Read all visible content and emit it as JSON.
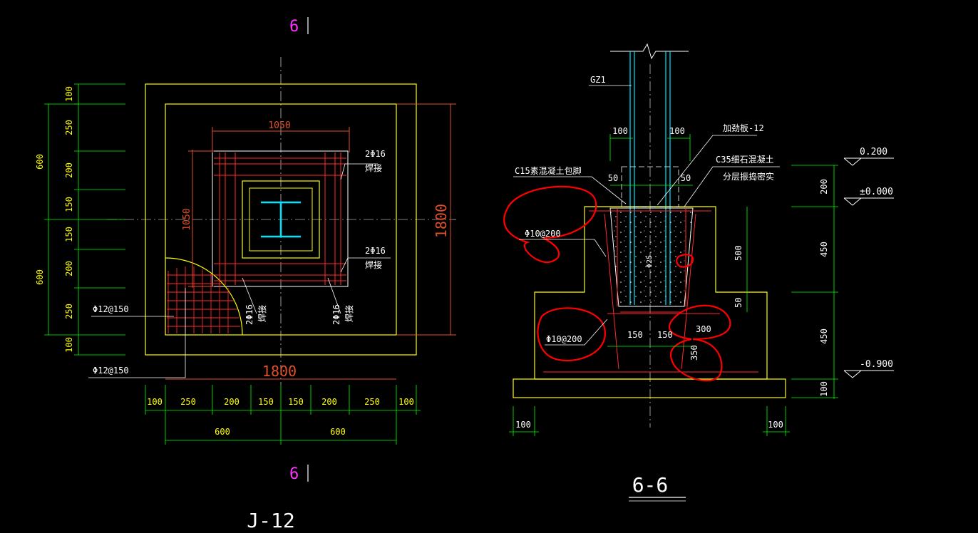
{
  "colors": {
    "background": "#000000",
    "yellow": "#ffff00",
    "green": "#00ff00",
    "red": "#ff2a2a",
    "orange": "#e0502a",
    "white": "#ffffff",
    "cyan": "#00e5ff",
    "magenta": "#ff33ff",
    "redmark": "#ff0000"
  },
  "plan": {
    "section_mark_top": "6",
    "section_mark_bottom": "6",
    "title": "J-12",
    "overall_dim": "1800",
    "overall_dim_vertical": "1800",
    "inner_dim": "1050",
    "inner_dim_vertical": "1050",
    "left_dims": [
      "100",
      "250",
      "200",
      "150",
      "150",
      "200",
      "250",
      "100"
    ],
    "left_totals": [
      "600",
      "600"
    ],
    "bottom_dims": [
      "100",
      "250",
      "200",
      "150",
      "150",
      "200",
      "250",
      "100"
    ],
    "bottom_totals": [
      "600",
      "600"
    ],
    "rebar_label_1": "2Φ16",
    "weld_label_1": "焊接",
    "rebar_label_2": "2Φ16",
    "weld_label_2": "焊接",
    "rebar_label_3": "2Φ16",
    "weld_label_3": "焊接",
    "rebar_label_4": "2Φ16",
    "weld_label_4": "焊接",
    "mesh_label_1": "Φ12@150",
    "mesh_label_2": "Φ12@150"
  },
  "section": {
    "title": "6-6",
    "column_label": "GZ1",
    "dim_100_left": "100",
    "dim_100_right": "100",
    "stiffener_label": "加劲板-12",
    "concrete_label": "C35细石混凝土",
    "layer_label": "分层振捣密实",
    "encasement_label": "C15素混凝土包脚",
    "dim_50_left": "50",
    "dim_50_right": "50",
    "stirrup_label_1": "Φ10@200",
    "stirrup_label_2": "Φ10@200",
    "diameter_label": "Φ25",
    "dim_500": "500",
    "dim_50_bottom": "50",
    "dim_150_left": "150",
    "dim_150_right": "150",
    "dim_300": "300",
    "dim_350": "350",
    "dim_bottom_left": "100",
    "dim_bottom_right": "100",
    "elev_top": "0.200",
    "elev_zero": "±0.000",
    "elev_bottom": "-0.900",
    "right_dims": [
      "200",
      "450",
      "450",
      "100"
    ]
  }
}
